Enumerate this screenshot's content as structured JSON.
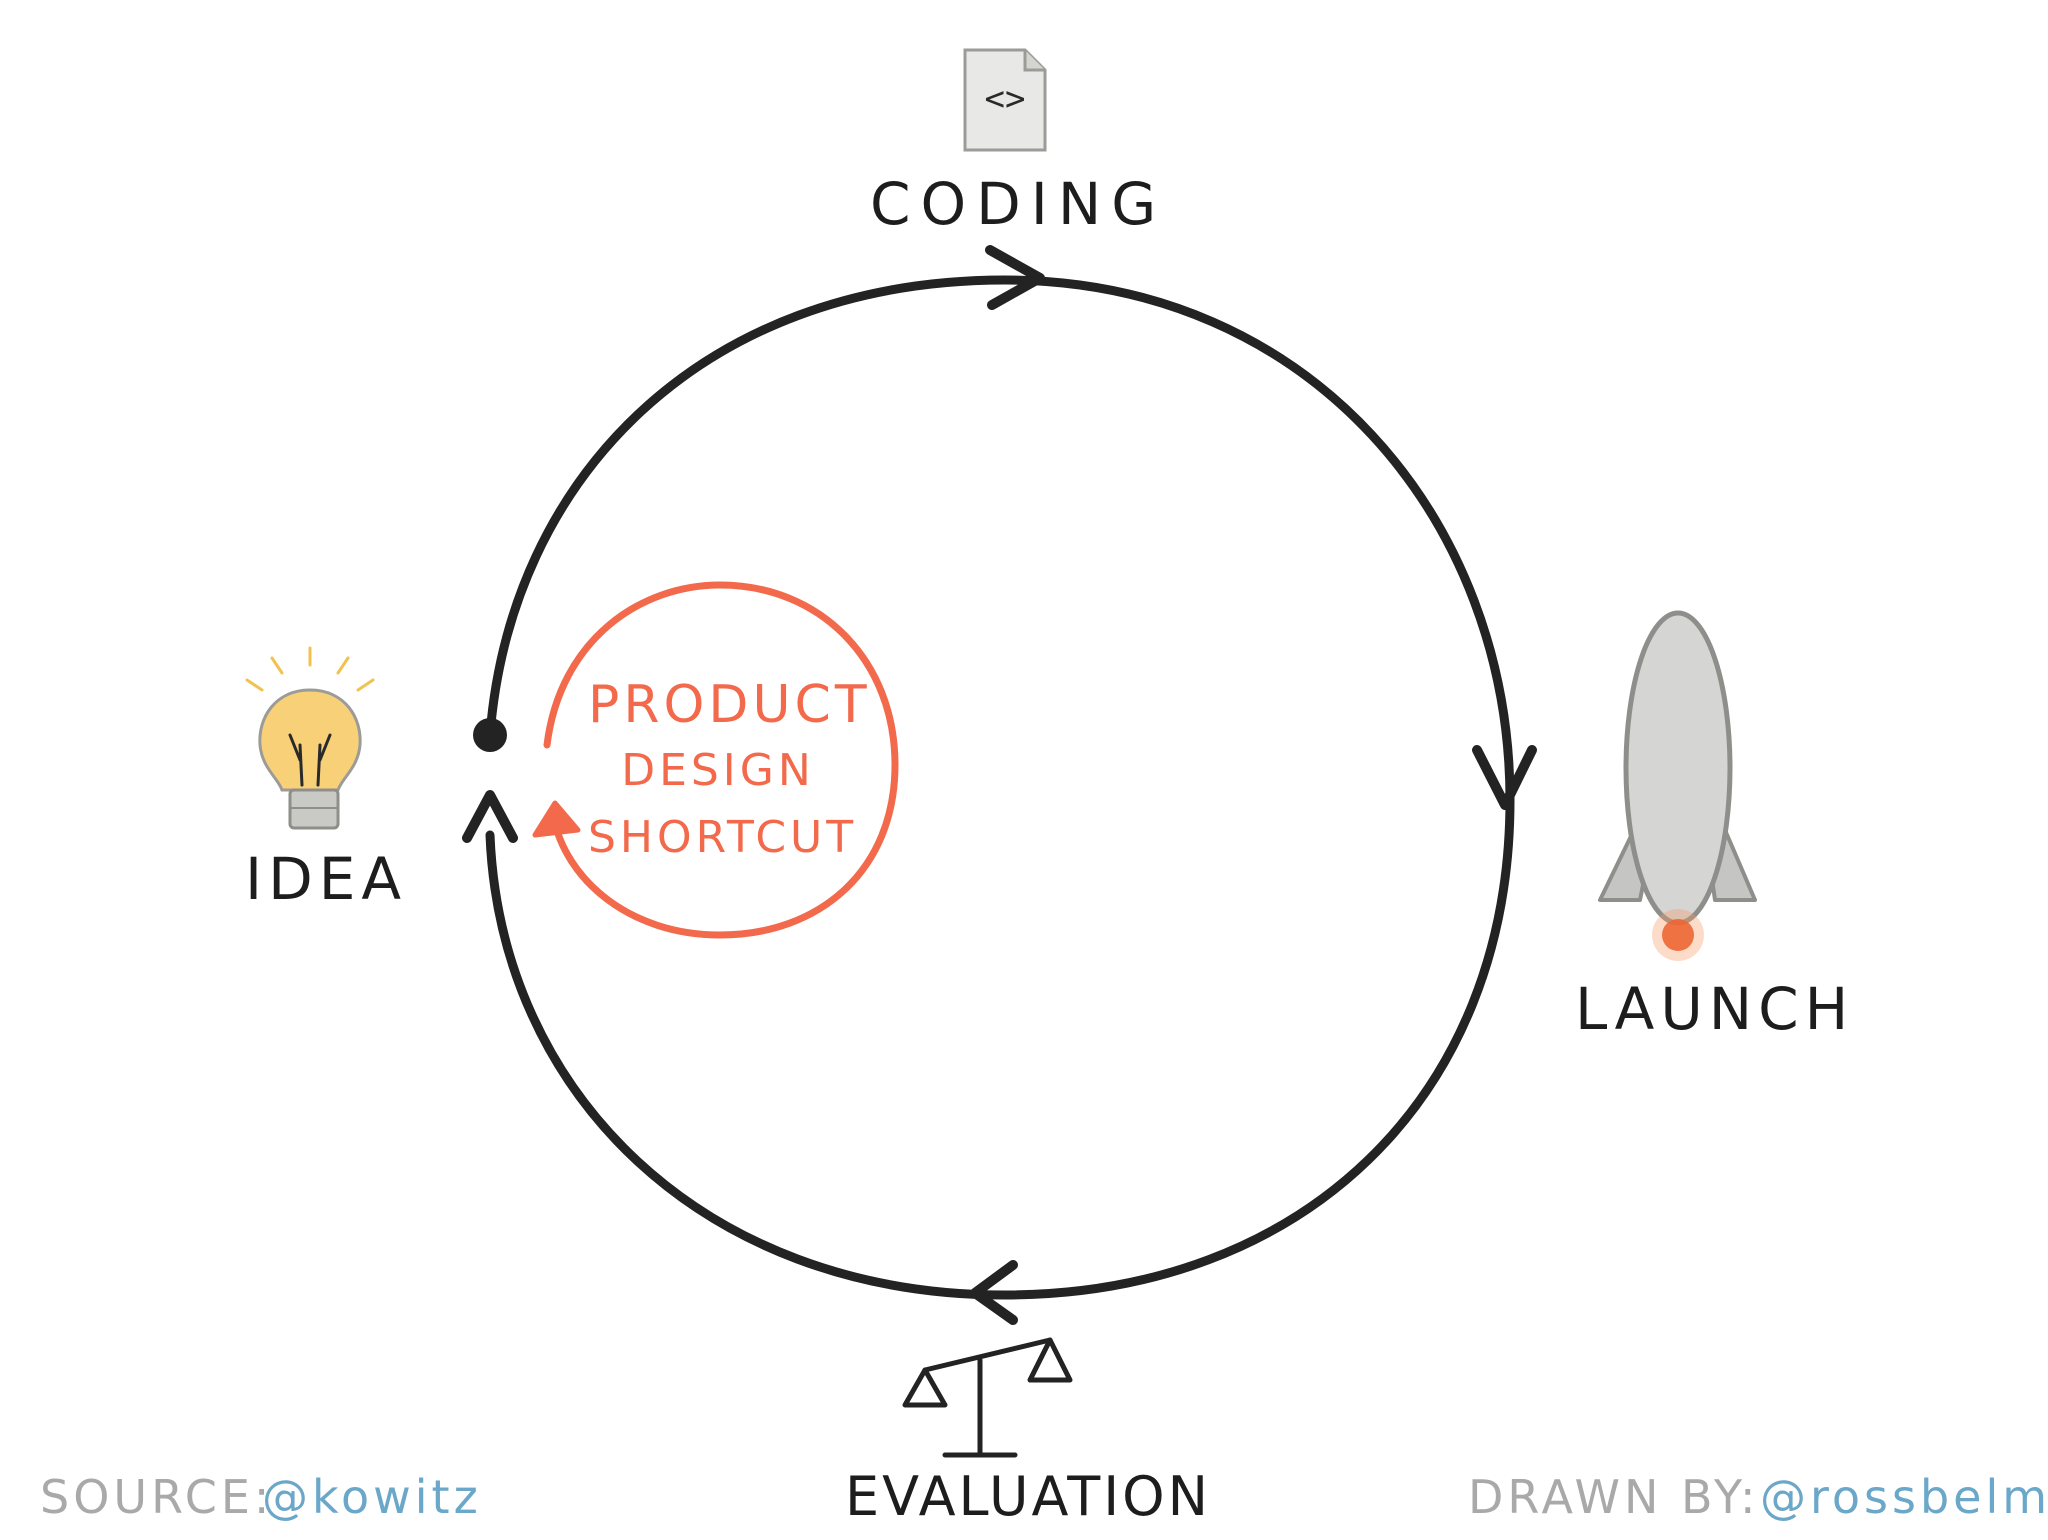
{
  "diagram": {
    "stages": {
      "coding": "CODING",
      "launch": "LAUNCH",
      "evaluation": "EVALUATION",
      "idea": "IDEA"
    },
    "shortcut": {
      "line1": "PRODUCT",
      "line2": "DESIGN",
      "line3": "SHORTCUT"
    },
    "code_icon_text": "<>",
    "colors": {
      "cycle": "#232323",
      "shortcut": "#f26a4b",
      "credit_label": "#a9a9a9",
      "credit_handle": "#6aa7c8",
      "bulb": "#f5c04a"
    }
  },
  "credits": {
    "source_label": "SOURCE:",
    "source_handle": "@kowitz",
    "drawn_label": "DRAWN BY:",
    "drawn_handle": "@rossbelmont"
  }
}
